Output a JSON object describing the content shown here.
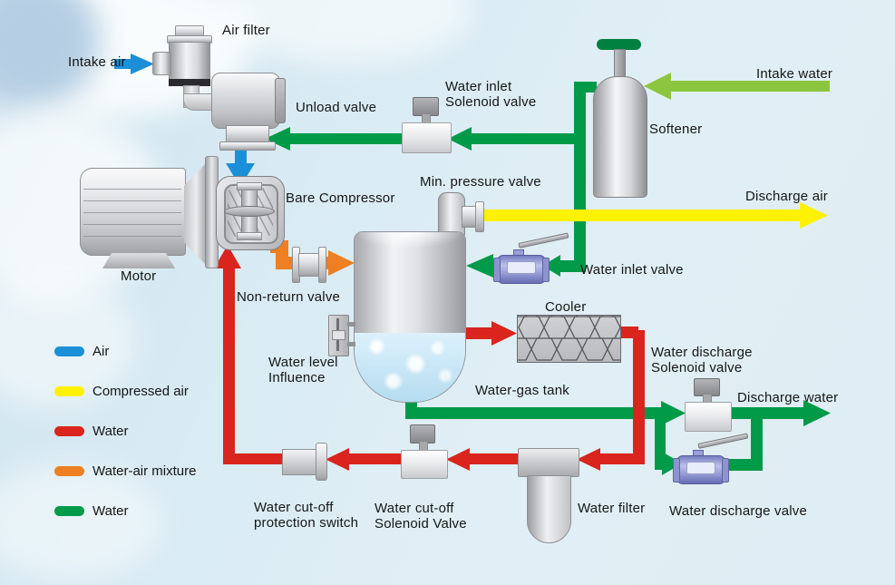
{
  "labels": {
    "intake_air": "Intake air",
    "air_filter": "Air filter",
    "unload_valve": "Unload valve",
    "water_inlet_solenoid": "Water inlet\nSolenoid valve",
    "softener": "Softener",
    "intake_water": "Intake water",
    "bare_compressor": "Bare Compressor",
    "min_pressure_valve": "Min. pressure valve",
    "discharge_air": "Discharge air",
    "motor": "Motor",
    "non_return_valve": "Non-return valve",
    "water_inlet_valve": "Water inlet valve",
    "cooler": "Cooler",
    "water_level_influence": "Water level\nInfluence",
    "water_gas_tank": "Water-gas tank",
    "water_discharge_solenoid": "Water discharge\nSolenoid valve",
    "discharge_water": "Discharge water",
    "water_discharge_valve": "Water discharge valve",
    "water_filter": "Water filter",
    "water_cutoff_protection_switch": "Water cut-off\nprotection switch",
    "water_cutoff_solenoid": "Water cut-off\nSolenoid Valve"
  },
  "legend": {
    "items": [
      {
        "label": "Air",
        "color": "#1b90d8"
      },
      {
        "label": "Compressed air",
        "color": "#fff200"
      },
      {
        "label": "Water",
        "color": "#d9251d"
      },
      {
        "label": "Water-air mixture",
        "color": "#ee7f22"
      },
      {
        "label": "Water",
        "color": "#009a49"
      }
    ]
  },
  "flow_colors": {
    "air": "#1b90d8",
    "compressed_air": "#fff200",
    "water_hot": "#d9251d",
    "water_air_mixture": "#ee7f22",
    "water_pipe": "#009a49",
    "intake_water": "#8cc63e"
  }
}
